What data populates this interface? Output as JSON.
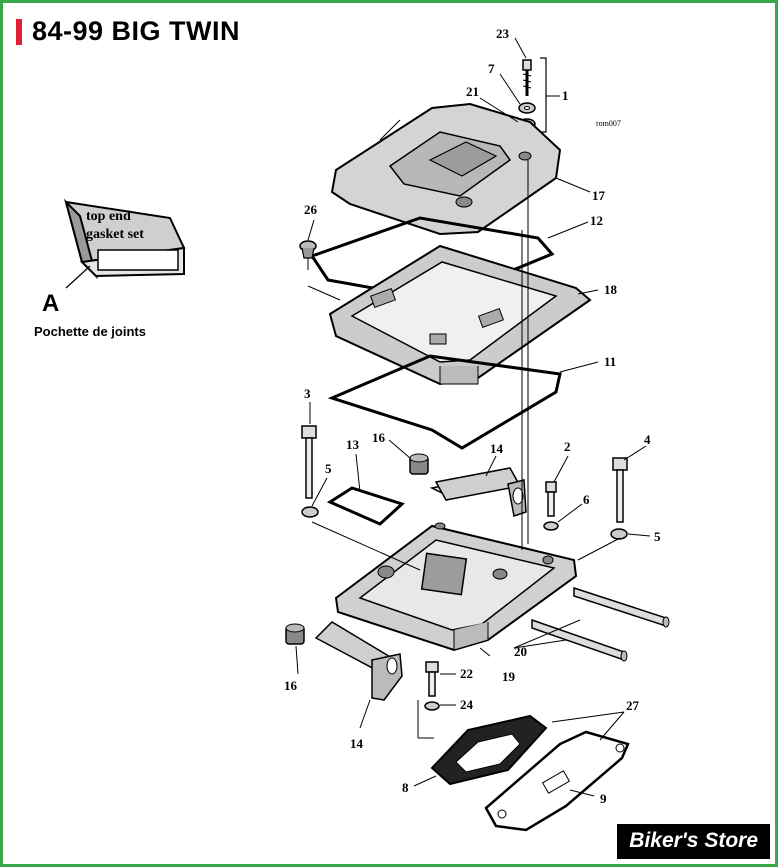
{
  "title": "84-99 BIG TWIN",
  "colors": {
    "frame": "#3aa84a",
    "title_mark": "#e0203a"
  },
  "ref_code": "rom007",
  "kit": {
    "line1": "top end",
    "line2": "gasket set",
    "letter": "A",
    "caption": "Pochette de joints"
  },
  "callouts": {
    "c1": "1",
    "c2": "2",
    "c3": "3",
    "c4": "4",
    "c5a": "5",
    "c5b": "5",
    "c6": "6",
    "c7": "7",
    "c8": "8",
    "c9": "9",
    "c11": "11",
    "c12": "12",
    "c13": "13",
    "c14a": "14",
    "c14b": "14",
    "c16a": "16",
    "c16b": "16",
    "c17": "17",
    "c18": "18",
    "c19": "19",
    "c20": "20",
    "c21": "21",
    "c22": "22",
    "c23": "23",
    "c24": "24",
    "c26": "26",
    "c27": "27"
  },
  "watermark": "Biker's Store"
}
